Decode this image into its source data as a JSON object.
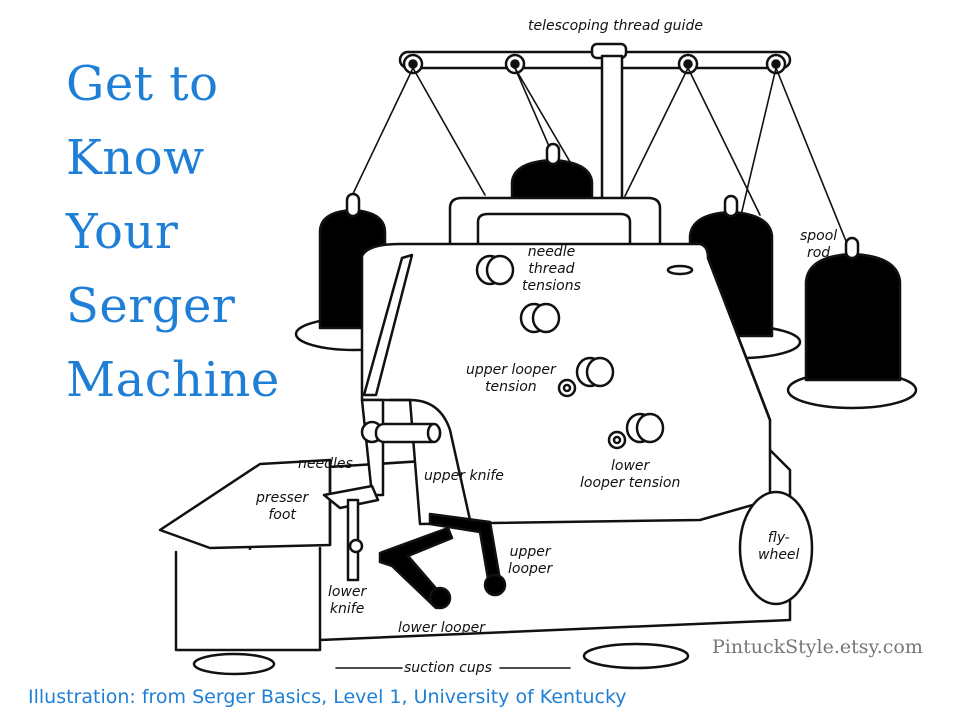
{
  "title": [
    "Get to",
    "Know",
    "Your",
    "Serger",
    "Machine"
  ],
  "labels": {
    "thread_guide": "telescoping thread guide",
    "spool_rod": [
      "spool",
      "rod"
    ],
    "needle_tensions": [
      "needle",
      "thread",
      "tensions"
    ],
    "upper_looper_tension": [
      "upper looper",
      "tension"
    ],
    "lower_looper_tension": [
      "lower",
      "looper tension"
    ],
    "needles": "needles",
    "upper_knife": "upper knife",
    "presser_foot": [
      "presser",
      "foot"
    ],
    "upper_looper": [
      "upper",
      "looper"
    ],
    "lower_knife": [
      "lower",
      "knife"
    ],
    "lower_looper": "lower looper",
    "flywheel": [
      "fly-",
      "wheel"
    ],
    "suction_cups": "suction cups"
  },
  "watermark": "PintuckStyle.etsy.com",
  "credit": "Illustration: from Serger Basics, Level 1, University of Kentucky",
  "colors": {
    "title": "#1f7fd6",
    "line": "#111111",
    "spool": "#000000"
  }
}
